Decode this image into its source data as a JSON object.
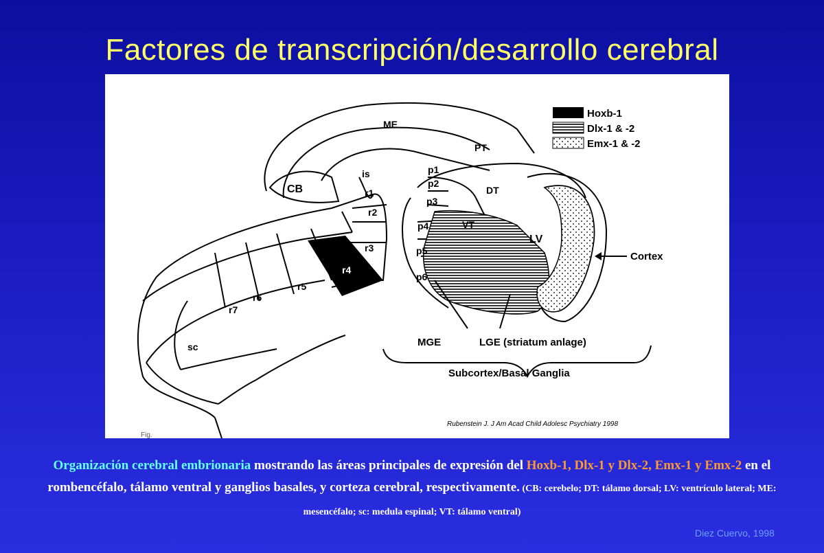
{
  "slide": {
    "title": "Factores de transcripción/desarrollo cerebral",
    "credit": "Diez Cuervo, 1998"
  },
  "figure": {
    "legend": [
      {
        "label": "Hoxb-1",
        "pattern": "solid"
      },
      {
        "label": "Dlx-1 & -2",
        "pattern": "stripes"
      },
      {
        "label": "Emx-1 & -2",
        "pattern": "dots"
      }
    ],
    "region_labels": {
      "me": "ME",
      "pt": "PT",
      "cb": "CB",
      "is": "is",
      "p1": "p1",
      "p2": "p2",
      "p3": "p3",
      "p4": "p4",
      "p5": "p5",
      "p6": "p6",
      "dt": "DT",
      "vt": "VT",
      "lv": "LV",
      "r1": "r1",
      "r2": "r2",
      "r3": "r3",
      "r4": "r4",
      "r5": "r5",
      "r6": "r6",
      "r7": "r7",
      "sc": "sc"
    },
    "annotations": {
      "cortex": "Cortex",
      "mge": "MGE",
      "lge": "LGE (striatum anlage)",
      "subcortex": "Subcortex/Basal Ganglia"
    },
    "citation": "Rubenstein J. J Am Acad Child Adolesc Psychiatry 1998",
    "fig_fragment": "Fig."
  },
  "caption": {
    "part1": "Organización cerebral embrionaria",
    "part2": " mostrando las áreas  principales de expresión del ",
    "part3": "Hoxb-1, Dlx-1 y Dlx-2, Emx-1 y Emx-2",
    "part4": " en el rombencéfalo, tálamo ventral y ganglios basales, y corteza cerebral, respectivamente.",
    "part5": " (CB: cerebelo; DT: tálamo dorsal; LV: ventrículo lateral; ME: mesencéfalo; sc: medula espinal; VT: tálamo ventral)"
  },
  "colors": {
    "background": "#1a1cc0",
    "title": "#ffff66",
    "caption_highlight_cyan": "#66ffff",
    "caption_highlight_orange": "#ff9933",
    "credit": "#6aa0ff"
  }
}
